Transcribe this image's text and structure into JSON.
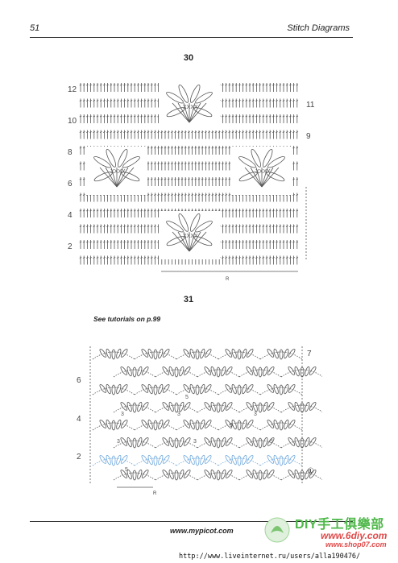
{
  "header": {
    "page_number": "51",
    "title": "Stitch Diagrams"
  },
  "diagram30": {
    "title": "30",
    "row_labels_left": [
      "12",
      "10",
      "8",
      "6",
      "4",
      "2"
    ],
    "row_labels_right": [
      "11",
      "9"
    ],
    "repeat_label": "R"
  },
  "diagram31": {
    "title": "31",
    "note": "See tutorials on p.99",
    "row_labels_left": [
      "6",
      "4",
      "2"
    ],
    "row_labels_right": [
      "7",
      "①"
    ],
    "repeat_label": "R",
    "stitch_numbers": [
      "3",
      "3",
      "5",
      "3",
      "5",
      "3",
      "3",
      "5",
      "5"
    ]
  },
  "footer": {
    "url": "www.mypicot.com"
  },
  "watermark": {
    "brand": "DIY手工俱樂部",
    "site": "www.6diy.com",
    "site2": "www.shop07.com"
  },
  "source_url": "http://www.liveinternet.ru/users/alla190476/",
  "colors": {
    "ink": "#333333",
    "blue_row": "#6fa8dc",
    "watermark_green": "#4fb84a",
    "watermark_red": "#e04a4a"
  }
}
